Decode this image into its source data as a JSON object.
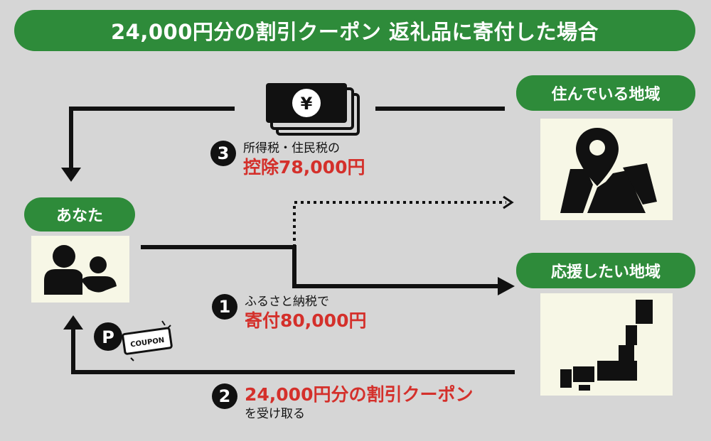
{
  "title": "24,000円分の割引クーポン 返礼品に寄付した場合",
  "nodes": {
    "you": "あなた",
    "residence": "住んでいる地域",
    "support": "応援したい地域"
  },
  "steps": {
    "step1": {
      "number": "1",
      "line1": "ふるさと納税で",
      "line2": "寄付80,000円"
    },
    "step2": {
      "number": "2",
      "line1": "24,000円分の割引クーポン",
      "line2": "を受け取る"
    },
    "step3": {
      "number": "3",
      "line1": "所得税・住民税の",
      "line2": "控除78,000円"
    }
  },
  "icons": {
    "money": {
      "symbol": "¥"
    },
    "coupon": {
      "symbol": "P",
      "text": "COUPON"
    }
  },
  "colors": {
    "background": "#d6d6d6",
    "green": "#2e8b3a",
    "red": "#d4302b",
    "card": "#f7f7e6"
  }
}
